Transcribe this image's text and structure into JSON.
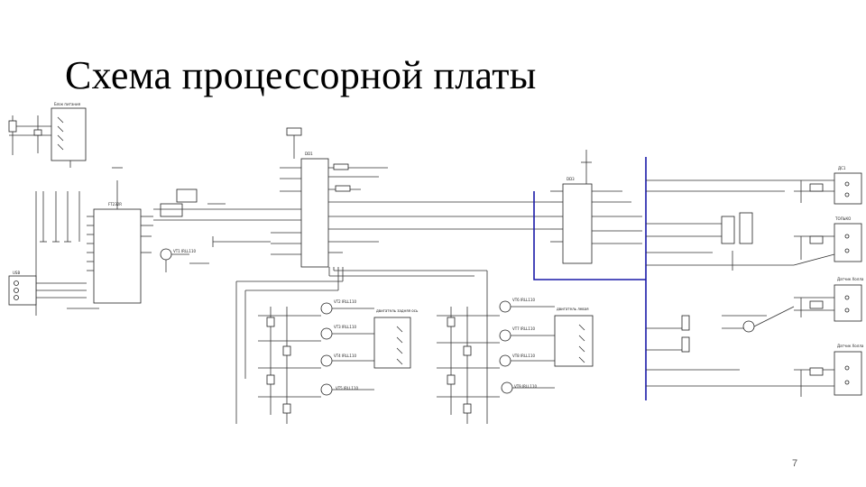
{
  "slide": {
    "title": "Схема процессорной платы",
    "page_number": "7"
  },
  "schematic": {
    "block_labels": {
      "power": "Блок питания",
      "usb": "USB",
      "motor_left": "двигатель задняя ось",
      "motor_right": "двигатель левая",
      "sensor_1": "ДС1",
      "sensor_light": "ТОЛЬКО",
      "sensor_2": "Датчик Холла",
      "sensor_3": "Датчик Холла"
    },
    "chip_labels": {
      "mcu_main": "DD1",
      "mcu_usb": "FT232R",
      "mcu_right": "DD3"
    },
    "transistor_labels": {
      "vt1": "VT1 IRLL110",
      "vt2": "VT2 IRLL110",
      "vt3": "VT3 IRLL110",
      "vt4": "VT4 IRLL110",
      "vt5": "VT5 IRLL110",
      "vt6": "VT6 IRLL110",
      "vt7": "VT7 IRLL110",
      "vt8": "VT8 IRLL110",
      "vt9": "VT9 IRLL110"
    }
  }
}
